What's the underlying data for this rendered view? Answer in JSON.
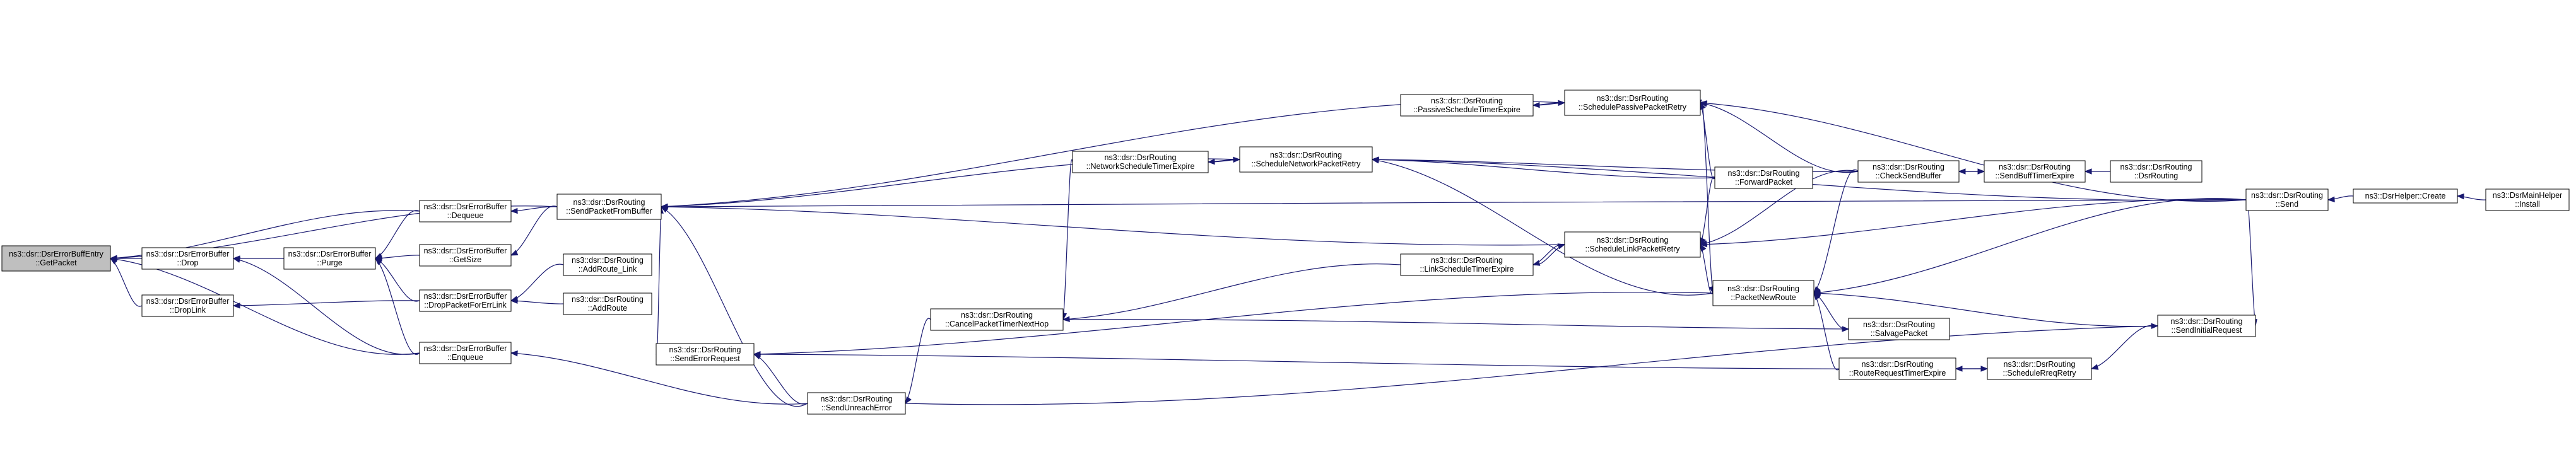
{
  "colors": {
    "edge": "#191970",
    "root_fill": "#bfbfbf",
    "node_fill": "#ffffff",
    "node_border": "#000000"
  },
  "nodes": [
    {
      "id": "getpacket",
      "lines": [
        "ns3::dsr::DsrErrorBuffEntry",
        "::GetPacket"
      ],
      "root": true
    },
    {
      "id": "drop",
      "lines": [
        "ns3::dsr::DsrErrorBuffer",
        "::Drop"
      ]
    },
    {
      "id": "droplink",
      "lines": [
        "ns3::dsr::DsrErrorBuffer",
        "::DropLink"
      ]
    },
    {
      "id": "purge",
      "lines": [
        "ns3::dsr::DsrErrorBuffer",
        "::Purge"
      ]
    },
    {
      "id": "dequeue",
      "lines": [
        "ns3::dsr::DsrErrorBuffer",
        "::Dequeue"
      ]
    },
    {
      "id": "getsize",
      "lines": [
        "ns3::dsr::DsrErrorBuffer",
        "::GetSize"
      ]
    },
    {
      "id": "droppacketforerrlink",
      "lines": [
        "ns3::dsr::DsrErrorBuffer",
        "::DropPacketForErrLink"
      ]
    },
    {
      "id": "enqueue",
      "lines": [
        "ns3::dsr::DsrErrorBuffer",
        "::Enqueue"
      ]
    },
    {
      "id": "sendpacketfrombuffer",
      "lines": [
        "ns3::dsr::DsrRouting",
        "::SendPacketFromBuffer"
      ]
    },
    {
      "id": "addroutelink",
      "lines": [
        "ns3::dsr::DsrRouting",
        "::AddRoute_Link"
      ]
    },
    {
      "id": "addroute",
      "lines": [
        "ns3::dsr::DsrRouting",
        "::AddRoute"
      ]
    },
    {
      "id": "senderrorrequest",
      "lines": [
        "ns3::dsr::DsrRouting",
        "::SendErrorRequest"
      ]
    },
    {
      "id": "sendunreacherror",
      "lines": [
        "ns3::dsr::DsrRouting",
        "::SendUnreachError"
      ]
    },
    {
      "id": "networkscheduletimerexpire",
      "lines": [
        "ns3::dsr::DsrRouting",
        "::NetworkScheduleTimerExpire"
      ]
    },
    {
      "id": "cancelpackettimernexthop",
      "lines": [
        "ns3::dsr::DsrRouting",
        "::CancelPacketTimerNextHop"
      ]
    },
    {
      "id": "schedulenetworkpacketretry",
      "lines": [
        "ns3::dsr::DsrRouting",
        "::ScheduleNetworkPacketRetry"
      ]
    },
    {
      "id": "passivescheduletimerexpire",
      "lines": [
        "ns3::dsr::DsrRouting",
        "::PassiveScheduleTimerExpire"
      ]
    },
    {
      "id": "linkscheduletimerexpire",
      "lines": [
        "ns3::dsr::DsrRouting",
        "::LinkScheduleTimerExpire"
      ]
    },
    {
      "id": "schedulepassivepacketretry",
      "lines": [
        "ns3::dsr::DsrRouting",
        "::SchedulePassivePacketRetry"
      ]
    },
    {
      "id": "schedulelinkpacketretry",
      "lines": [
        "ns3::dsr::DsrRouting",
        "::ScheduleLinkPacketRetry"
      ]
    },
    {
      "id": "packetnewroute",
      "lines": [
        "ns3::dsr::DsrRouting",
        "::PacketNewRoute"
      ]
    },
    {
      "id": "forwardpacket",
      "lines": [
        "ns3::dsr::DsrRouting",
        "::ForwardPacket"
      ]
    },
    {
      "id": "checksendbuffer",
      "lines": [
        "ns3::dsr::DsrRouting",
        "::CheckSendBuffer"
      ]
    },
    {
      "id": "salvagepacket",
      "lines": [
        "ns3::dsr::DsrRouting",
        "::SalvagePacket"
      ]
    },
    {
      "id": "routerequesttimerexpire",
      "lines": [
        "ns3::dsr::DsrRouting",
        "::RouteRequestTimerExpire"
      ]
    },
    {
      "id": "sendbufftimerexpire",
      "lines": [
        "ns3::dsr::DsrRouting",
        "::SendBuffTimerExpire"
      ]
    },
    {
      "id": "dsrrouting",
      "lines": [
        "ns3::dsr::DsrRouting",
        "::DsrRouting"
      ]
    },
    {
      "id": "schedulereqretry",
      "lines": [
        "ns3::dsr::DsrRouting",
        "::ScheduleRreqRetry"
      ]
    },
    {
      "id": "sendinitialrequest",
      "lines": [
        "ns3::dsr::DsrRouting",
        "::SendInitialRequest"
      ]
    },
    {
      "id": "send",
      "lines": [
        "ns3::dsr::DsrRouting",
        "::Send"
      ]
    },
    {
      "id": "create",
      "lines": [
        "ns3::DsrHelper::Create"
      ]
    },
    {
      "id": "install",
      "lines": [
        "ns3::DsrMainHelper",
        "::Install"
      ]
    }
  ],
  "edges": [
    [
      "drop",
      "getpacket"
    ],
    [
      "droplink",
      "getpacket"
    ],
    [
      "dequeue",
      "getpacket"
    ],
    [
      "enqueue",
      "getpacket"
    ],
    [
      "sendpacketfrombuffer",
      "getpacket"
    ],
    [
      "purge",
      "drop"
    ],
    [
      "enqueue",
      "drop"
    ],
    [
      "dequeue",
      "purge"
    ],
    [
      "getsize",
      "purge"
    ],
    [
      "droppacketforerrlink",
      "purge"
    ],
    [
      "enqueue",
      "purge"
    ],
    [
      "droppacketforerrlink",
      "droplink"
    ],
    [
      "sendpacketfrombuffer",
      "dequeue"
    ],
    [
      "sendpacketfrombuffer",
      "getsize"
    ],
    [
      "addroutelink",
      "droppacketforerrlink"
    ],
    [
      "addroute",
      "droppacketforerrlink"
    ],
    [
      "sendunreacherror",
      "enqueue"
    ],
    [
      "senderrorrequest",
      "sendpacketfrombuffer"
    ],
    [
      "schedulenetworkpacketretry",
      "sendpacketfrombuffer"
    ],
    [
      "schedulepassivepacketretry",
      "sendpacketfrombuffer"
    ],
    [
      "schedulelinkpacketretry",
      "sendpacketfrombuffer"
    ],
    [
      "send",
      "sendpacketfrombuffer"
    ],
    [
      "sendunreacherror",
      "sendpacketfrombuffer"
    ],
    [
      "sendunreacherror",
      "senderrorrequest"
    ],
    [
      "packetnewroute",
      "senderrorrequest"
    ],
    [
      "schedulereqretry",
      "senderrorrequest"
    ],
    [
      "cancelpackettimernexthop",
      "sendunreacherror"
    ],
    [
      "schedulenetworkpacketretry",
      "networkscheduletimerexpire"
    ],
    [
      "linkscheduletimerexpire",
      "cancelpackettimernexthop"
    ],
    [
      "networkscheduletimerexpire",
      "cancelpackettimernexthop"
    ],
    [
      "networkscheduletimerexpire",
      "schedulenetworkpacketretry"
    ],
    [
      "packetnewroute",
      "schedulenetworkpacketretry"
    ],
    [
      "forwardpacket",
      "schedulenetworkpacketretry"
    ],
    [
      "checksendbuffer",
      "schedulenetworkpacketretry"
    ],
    [
      "send",
      "schedulenetworkpacketretry"
    ],
    [
      "schedulepassivepacketretry",
      "passivescheduletimerexpire"
    ],
    [
      "passivescheduletimerexpire",
      "schedulepassivepacketretry"
    ],
    [
      "forwardpacket",
      "schedulepassivepacketretry"
    ],
    [
      "checksendbuffer",
      "schedulepassivepacketretry"
    ],
    [
      "send",
      "schedulepassivepacketretry"
    ],
    [
      "schedulelinkpacketretry",
      "linkscheduletimerexpire"
    ],
    [
      "linkscheduletimerexpire",
      "schedulelinkpacketretry"
    ],
    [
      "forwardpacket",
      "schedulelinkpacketretry"
    ],
    [
      "checksendbuffer",
      "schedulelinkpacketretry"
    ],
    [
      "send",
      "schedulelinkpacketretry"
    ],
    [
      "packetnewroute",
      "schedulelinkpacketretry"
    ],
    [
      "schedulepassivepacketretry",
      "packetnewroute"
    ],
    [
      "checksendbuffer",
      "packetnewroute"
    ],
    [
      "salvagepacket",
      "packetnewroute"
    ],
    [
      "routerequesttimerexpire",
      "packetnewroute"
    ],
    [
      "send",
      "packetnewroute"
    ],
    [
      "sendinitialrequest",
      "packetnewroute"
    ],
    [
      "sendbufftimerexpire",
      "checksendbuffer"
    ],
    [
      "checksendbuffer",
      "sendbufftimerexpire"
    ],
    [
      "dsrrouting",
      "sendbufftimerexpire"
    ],
    [
      "cancelpackettimernexthop",
      "salvagepacket"
    ],
    [
      "schedulereqretry",
      "routerequesttimerexpire"
    ],
    [
      "routerequesttimerexpire",
      "schedulereqretry"
    ],
    [
      "sendinitialrequest",
      "schedulereqretry"
    ],
    [
      "send",
      "sendinitialrequest"
    ],
    [
      "sendunreacherror",
      "sendinitialrequest"
    ],
    [
      "create",
      "send"
    ],
    [
      "install",
      "create"
    ]
  ]
}
